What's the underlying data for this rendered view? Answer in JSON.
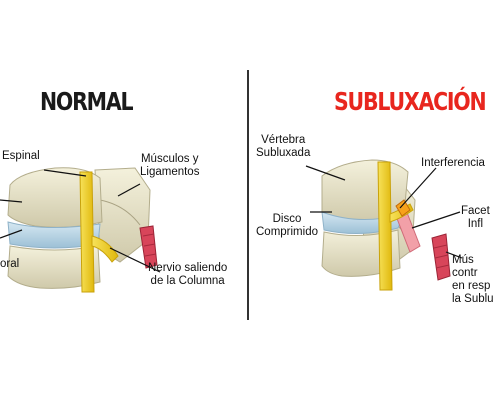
{
  "panels": {
    "normal": {
      "title": "NORMAL",
      "title_color": "#1a1a1a",
      "labels": {
        "spinal": "Espinal",
        "muscles": "Músculos y\nLigamentos",
        "foramen": "oral",
        "nerve": "Nervio saliendo\nde la Columna"
      }
    },
    "subluxation": {
      "title": "SUBLUXACIÓN",
      "title_color": "#e8261e",
      "labels": {
        "vertebra": "Vértebra\nSubluxada",
        "interference": "Interferencia",
        "disc": "Disco\nComprimido",
        "facet": "Facet\nInfl",
        "muscles": "Mús\ncontr\nen resp\nla Sublu"
      }
    }
  },
  "colors": {
    "bone": "#eae6cc",
    "bone_shade": "#c9c3a3",
    "disc": "#b8d6e6",
    "nerve": "#f2d21c",
    "muscle": "#d8455a",
    "inflamed": "#f2a0a8",
    "leader": "#111111"
  }
}
